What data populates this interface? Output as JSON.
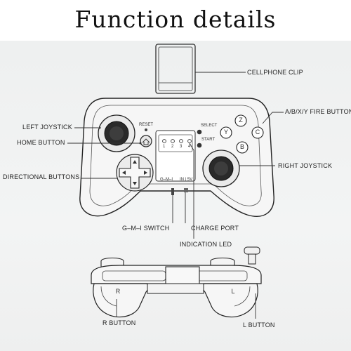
{
  "title": "Function details",
  "labels": {
    "cellphone_clip": "CELLPHONE CLIP",
    "left_joystick": "LEFT JOYSTICK",
    "home_button": "HOME BUTTON",
    "directional_buttons": "DIRECTIONAL BUTTONS",
    "abxy_fire_button": "A/B/X/Y FIRE BUTTON",
    "right_joystick": "RIGHT JOYSTICK",
    "gmi_switch": "G–M–I SWITCH",
    "charge_port": "CHARGE PORT",
    "indication_led": "INDICATION LED",
    "r_button": "R BUTTON",
    "l_button": "L BUTTON"
  },
  "device_text": {
    "reset": "RESET",
    "select": "SELECT",
    "start": "START",
    "led_numbers": [
      "1",
      "2",
      "3",
      "4"
    ],
    "gmi": "G–M–I",
    "in5v": "IN | 5V",
    "btn_z": "Z",
    "btn_y": "Y",
    "btn_c": "C",
    "btn_b": "B",
    "r_mark": "R",
    "l_mark": "L"
  }
}
